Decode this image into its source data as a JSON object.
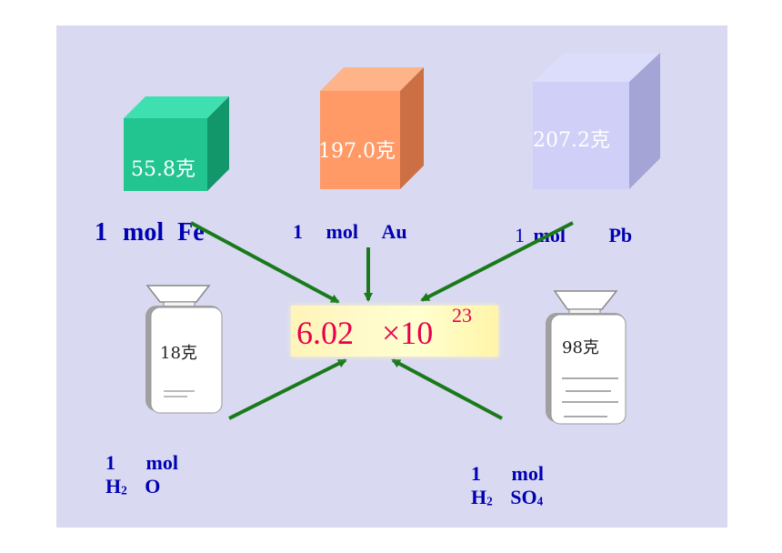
{
  "cubes": [
    {
      "mass": "55.8克",
      "colors": {
        "front": "#22c48f",
        "top": "#3fe0b0",
        "side": "#12976a"
      }
    },
    {
      "mass": "197.0克",
      "colors": {
        "front": "#ff9966",
        "top": "#ffb388",
        "side": "#cc6f44"
      }
    },
    {
      "mass": "207.2克",
      "colors": {
        "front": "#cfcff7",
        "top": "#dcdcfb",
        "side": "#a4a4d6"
      }
    }
  ],
  "top_labels": [
    {
      "count": "1",
      "unit": "mol",
      "formula": "Fe"
    },
    {
      "count": "1",
      "unit": "mol",
      "formula": "Au"
    },
    {
      "count": "1",
      "unit": "mol",
      "formula": "Pb"
    }
  ],
  "bottles": [
    {
      "mass": "18克"
    },
    {
      "mass": "98克"
    }
  ],
  "bottom_labels": [
    {
      "count": "1",
      "unit": "mol",
      "formula_main": "H",
      "formula_sub": "2",
      "formula_rest": "O"
    },
    {
      "count": "1",
      "unit": "mol",
      "formula_main": "H",
      "formula_sub": "2",
      "formula_rest": "SO",
      "formula_sub2": "4"
    }
  ],
  "avogadro": {
    "mantissa": "6.02",
    "times": "×10",
    "exponent": "23"
  },
  "colors": {
    "background": "#d9d9f2",
    "label": "#0000b3",
    "arrow": "#1a7a1a",
    "number": "#e8004c"
  }
}
